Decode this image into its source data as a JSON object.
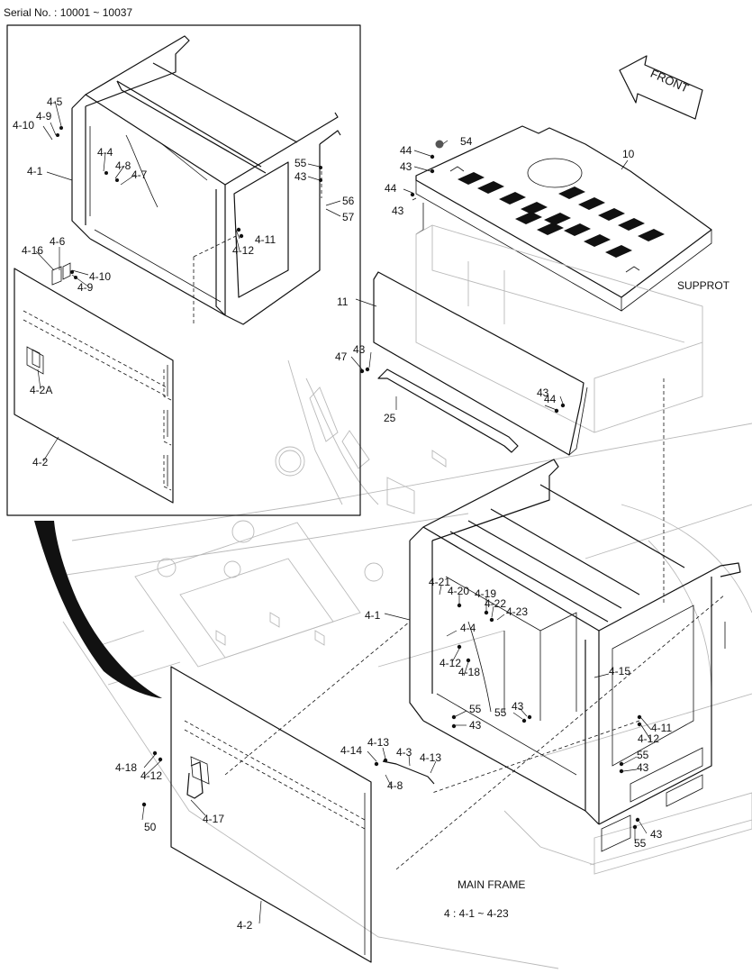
{
  "header": {
    "serial": "Serial No. : 10001 ~ 10037"
  },
  "front_arrow": {
    "label": "FRONT",
    "icon": "front-arrow-icon"
  },
  "captions": {
    "support": "SUPPROT",
    "main_frame": "MAIN FRAME",
    "group_note": "4 : 4-1 ~ 4-23"
  },
  "inset_callouts": [
    "4-5",
    "4-9",
    "4-10",
    "4-1",
    "4-4",
    "4-8",
    "4-7",
    "55",
    "43",
    "56",
    "57",
    "4-11",
    "4-12",
    "4-16",
    "4-6",
    "4-10",
    "4-9",
    "4-2A",
    "4-2"
  ],
  "main_callouts": [
    "44",
    "54",
    "10",
    "43",
    "44",
    "43",
    "11",
    "47",
    "43",
    "44",
    "43",
    "25",
    "4-21",
    "4-20",
    "4-19",
    "4-22",
    "4-1",
    "4-23",
    "4-4",
    "4-12",
    "4-18",
    "4-15",
    "55",
    "43",
    "55",
    "43",
    "4-11",
    "4-12",
    "55",
    "43",
    "4-18",
    "4-12",
    "4-14",
    "4-13",
    "4-3",
    "4-13",
    "4-8",
    "50",
    "4-17",
    "43",
    "55",
    "4-2"
  ]
}
